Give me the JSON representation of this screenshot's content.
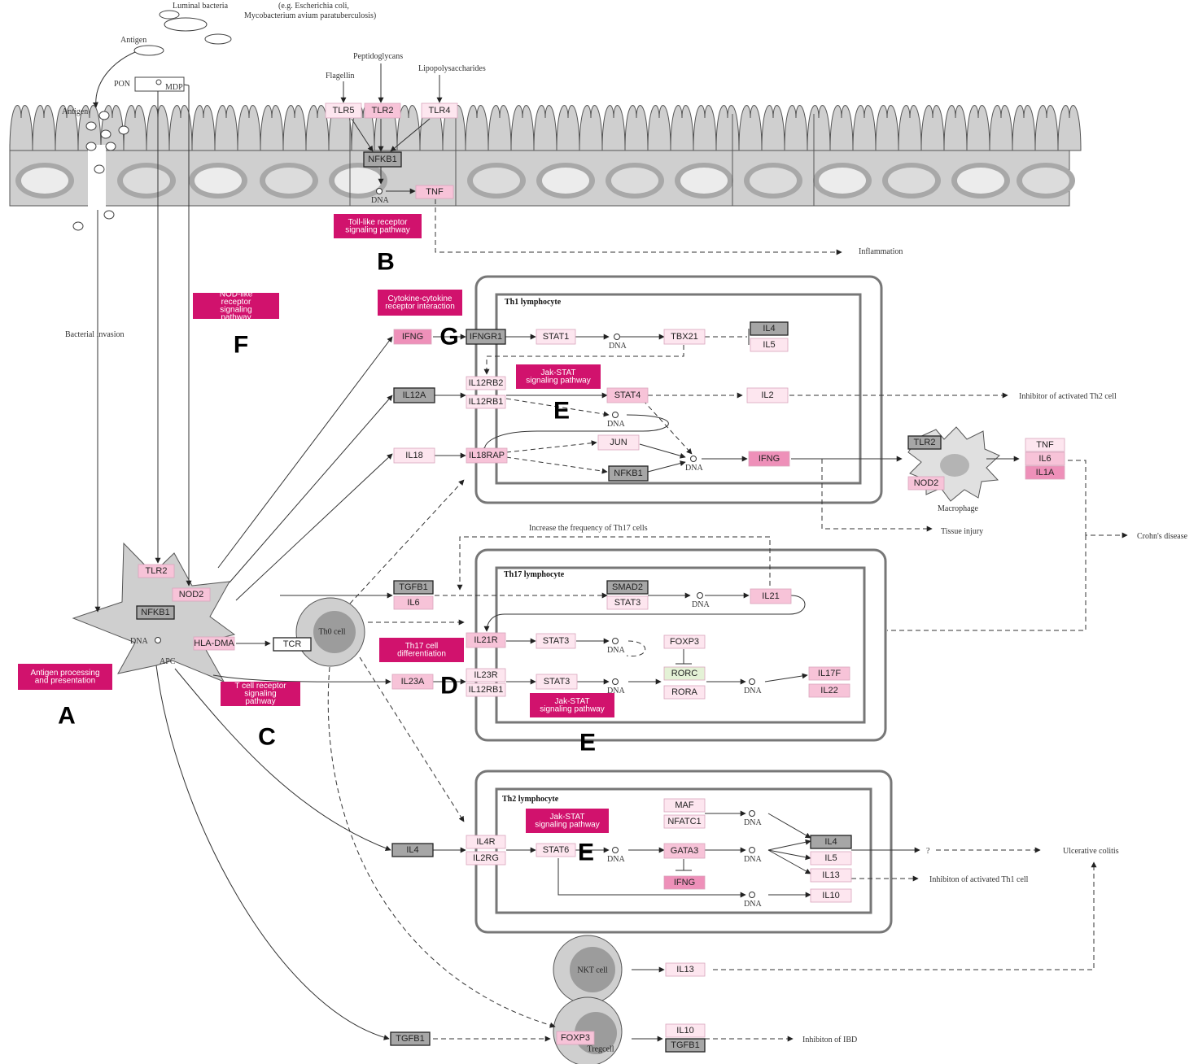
{
  "top_text": {
    "bacteria_a": "Luminal bacteria",
    "bacteria_b": "(e.g. Escherichia coli,",
    "bacteria_c": "Mycobacterium avium paratuberculosis)",
    "antigen1": "Antigen",
    "antigen2": "Antigen",
    "pon": "PON",
    "mdp": "MDP",
    "peptidoglycans": "Peptidoglycans",
    "lipopolysaccharides": "Lipopolysaccharides",
    "flagellin": "Flagellin",
    "bacterial_invasion": "Bacterial invasion",
    "inflammation": "Inflammation",
    "apc": "APC",
    "inhib_th2": "Inhibitor of activated Th2 cell",
    "increase_th17": "Increase the frequency of Th17 cells",
    "tissue_injury": "Tissue injury",
    "crohns": "Crohn's disease",
    "macrophage": "Macrophage",
    "question": "?",
    "uc": "Ulcerative colitis",
    "inhib_th1": "Inhibiton of activated Th1 cell",
    "inhib_ibd": "Inhibiton of IBD",
    "dna": "DNA"
  },
  "containers": {
    "th1": "Th1 lymphocyte",
    "th17": "Th17 lymphocyte",
    "th2": "Th2 lymphocyte"
  },
  "cells": {
    "th0": "Th0 cell",
    "nkt": "NKT cell",
    "treg": "Tregcell"
  },
  "pathways": {
    "tlr": [
      "Toll-like receptor",
      "signaling pathway"
    ],
    "nod": [
      "NOD-like",
      "receptor",
      "signaling",
      "pathway"
    ],
    "cytokine": [
      "Cytokine-cytokine",
      "receptor interaction"
    ],
    "jak1": [
      "Jak-STAT",
      "signaling pathway"
    ],
    "th17diff": [
      "Th17 cell",
      "differentiation"
    ],
    "jak2": [
      "Jak-STAT",
      "signaling pathway"
    ],
    "antigen_proc": [
      "Antigen processing",
      "and presentation"
    ],
    "tcr": [
      "T cell receptor",
      "signaling",
      "pathway"
    ],
    "jak3": [
      "Jak-STAT",
      "signaling pathway"
    ]
  },
  "letters": {
    "A": "A",
    "B": "B",
    "C": "C",
    "D": "D",
    "E1": "E",
    "E2": "E",
    "E3": "E",
    "F": "F",
    "G": "G"
  },
  "genes": {
    "TLR5": "TLR5",
    "TLR2a": "TLR2",
    "TLR4": "TLR4",
    "NFKB1a": "NFKB1",
    "TNFa": "TNF",
    "IFNGa": "IFNG",
    "IFNGR1": "IFNGR1",
    "STAT1": "STAT1",
    "TBX21": "TBX21",
    "IL4a": "IL4",
    "IL5a": "IL5",
    "IL12RB2": "IL12RB2",
    "IL12RB1a": "IL12RB1",
    "STAT4": "STAT4",
    "IL2": "IL2",
    "IL12A": "IL12A",
    "IL18": "IL18",
    "IL18RAP": "IL18RAP",
    "JUN": "JUN",
    "NFKB1b": "NFKB1",
    "IFNGb": "IFNG",
    "TLR2b": "TLR2",
    "NOD2a": "NOD2",
    "TNFb": "TNF",
    "IL6a": "IL6",
    "IL1A": "IL1A",
    "TLR2c": "TLR2",
    "NOD2b": "NOD2",
    "NFKB1c": "NFKB1",
    "HLADMA": "HLA-DMA",
    "TCR": "TCR",
    "TGFB1a": "TGFB1",
    "IL6b": "IL6",
    "SMAD2": "SMAD2",
    "STAT3a": "STAT3",
    "IL21": "IL21",
    "IL21R": "IL21R",
    "STAT3b": "STAT3",
    "FOXP3a": "FOXP3",
    "IL23A": "IL23A",
    "IL23R": "IL23R",
    "IL12RB1b": "IL12RB1",
    "STAT3c": "STAT3",
    "RORC": "RORC",
    "RORA": "RORA",
    "IL17F": "IL17F",
    "IL22": "IL22",
    "MAF": "MAF",
    "NFATC1": "NFATC1",
    "IL4b": "IL4",
    "IL4R": "IL4R",
    "IL2RG": "IL2RG",
    "STAT6": "STAT6",
    "GATA3": "GATA3",
    "IL4c": "IL4",
    "IL5b": "IL5",
    "IL13a": "IL13",
    "IFNGc": "IFNG",
    "IL10a": "IL10",
    "IL13b": "IL13",
    "IL10b": "IL10",
    "TGFB1b": "TGFB1",
    "TGFB1c": "TGFB1",
    "FOXP3b": "FOXP3"
  },
  "colors": {
    "magenta": "#d1126d",
    "pink_light": "#fde6ef",
    "pink_mid": "#f7c3d8",
    "pink_strong": "#ee90b9",
    "gray_gene": "#a6a6a6",
    "green_gene": "#e4f2d6",
    "cell_gray": "#cfcfcf"
  }
}
